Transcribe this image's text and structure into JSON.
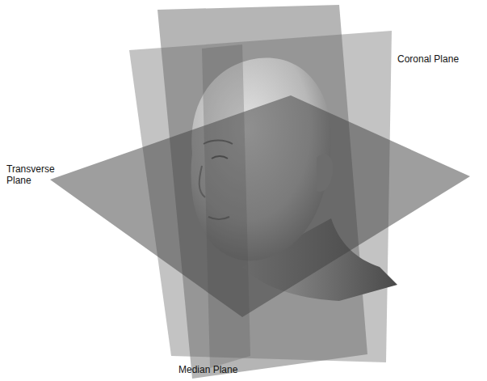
{
  "diagram": {
    "labels": [
      "Coronal Plane",
      "Transverse Plane",
      "Median Plane"
    ]
  }
}
